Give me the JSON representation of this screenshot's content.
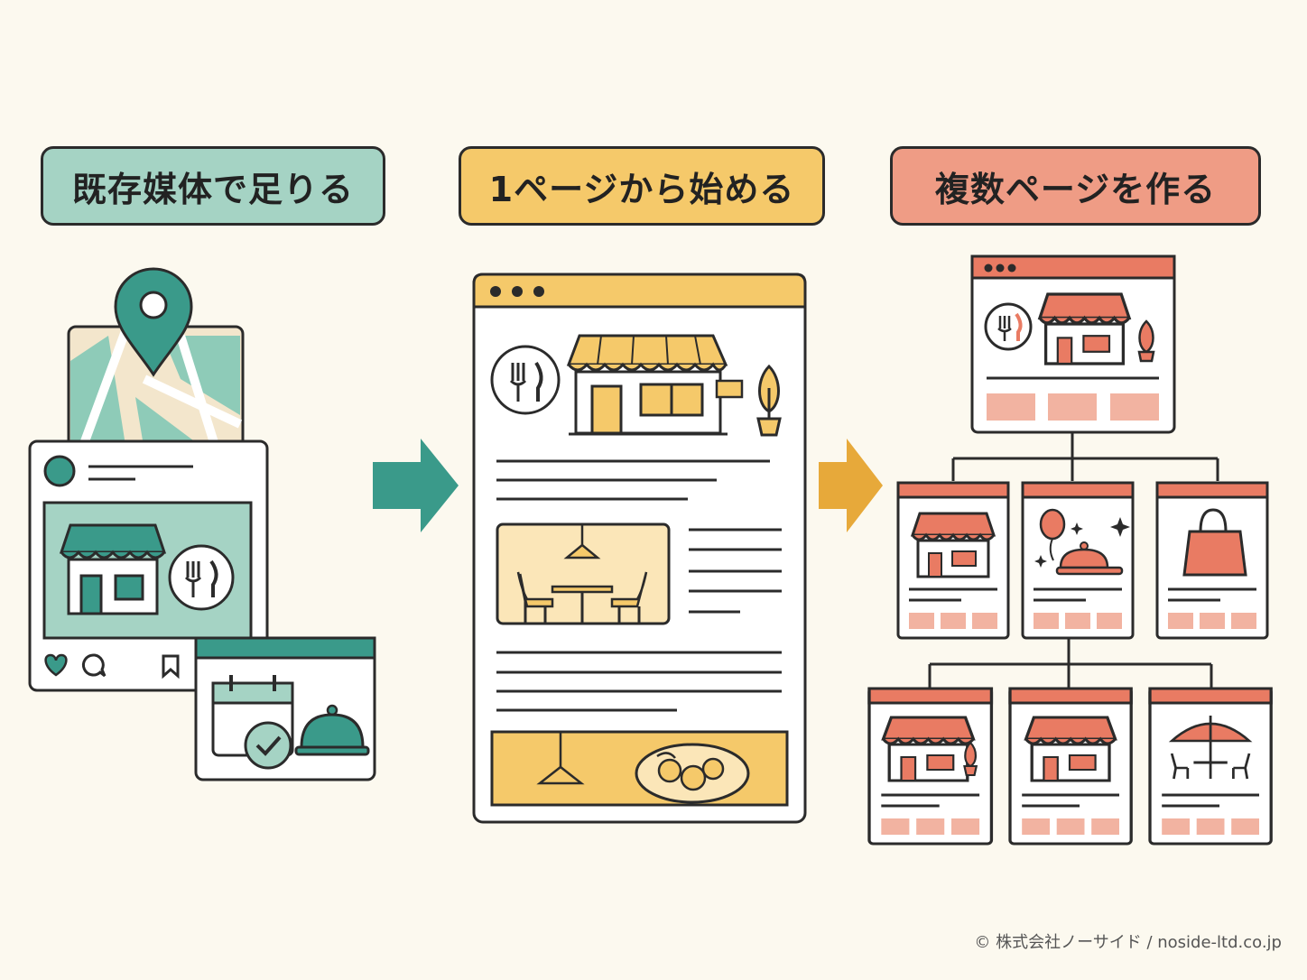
{
  "stages": [
    {
      "label": "既存媒体で足りる",
      "color": "#a5d3c4"
    },
    {
      "label": "1ページから始める",
      "color": "#f5c96a"
    },
    {
      "label": "複数ページを作る",
      "color": "#ef9c85"
    }
  ],
  "colors": {
    "teal": "#3a9a8a",
    "teal_light": "#a5d3c4",
    "yellow": "#f5c96a",
    "amber": "#e7a93a",
    "salmon": "#ef9c85",
    "coral": "#e97b63",
    "ink": "#2b2b2b",
    "paper": "#fcf9ef"
  },
  "icons": [
    "map-pin-icon",
    "heart-icon",
    "comment-icon",
    "bookmark-icon",
    "calendar-check-icon",
    "cloche-icon",
    "utensils-icon",
    "storefront-icon",
    "plant-icon",
    "lamp-icon",
    "table-chairs-icon",
    "food-plate-icon",
    "balloon-icon",
    "shopping-bag-icon",
    "parasol-table-icon",
    "arrow-right-icon"
  ],
  "credit": "© 株式会社ノーサイド / noside-ltd.co.jp"
}
